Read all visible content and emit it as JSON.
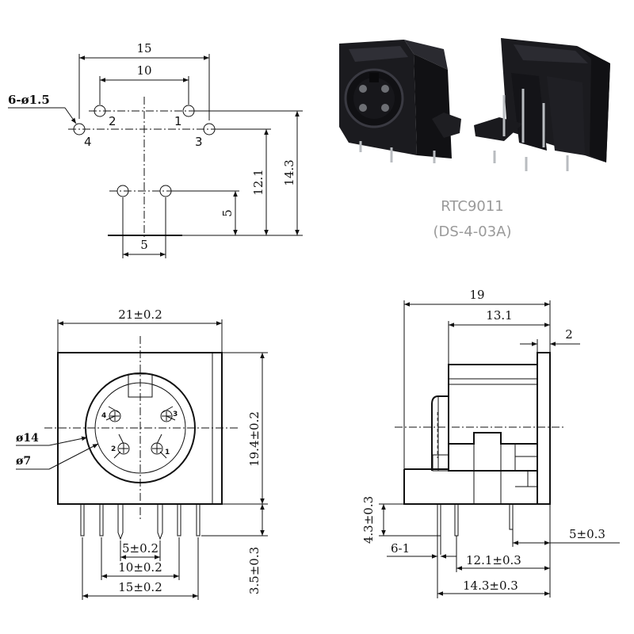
{
  "footprint": {
    "dim_15": "15",
    "dim_10": "10",
    "hole_note": "6-ø1.5",
    "pin_labels": [
      "1",
      "2",
      "3",
      "4"
    ],
    "dim_14_3": "14.3",
    "dim_12_1": "12.1",
    "dim_5_v": "5",
    "dim_5_h": "5"
  },
  "product": {
    "model": "RTC9011",
    "alt_model": "(DS-4-03A)",
    "colors": {
      "body": "#1b1b1f",
      "pin": "#b9bcc0"
    }
  },
  "front_view": {
    "width": "21±0.2",
    "height": "19.4±0.2",
    "outer_dia": "ø14",
    "inner_dia": "ø7",
    "pin_labels": [
      "1",
      "2",
      "3",
      "4"
    ],
    "pin_pitch_1": "5±0.2",
    "pin_pitch_2": "10±0.2",
    "pin_pitch_3": "15±0.2",
    "pin_length": "3.5±0.3"
  },
  "side_view": {
    "length": "19",
    "body": "13.1",
    "flange": "2",
    "pin_height": "4.3±0.3",
    "pin_note": "6-1",
    "row_offset_1": "12.1±0.3",
    "row_offset_2": "14.3±0.3",
    "rear_pin": "5±0.3"
  }
}
